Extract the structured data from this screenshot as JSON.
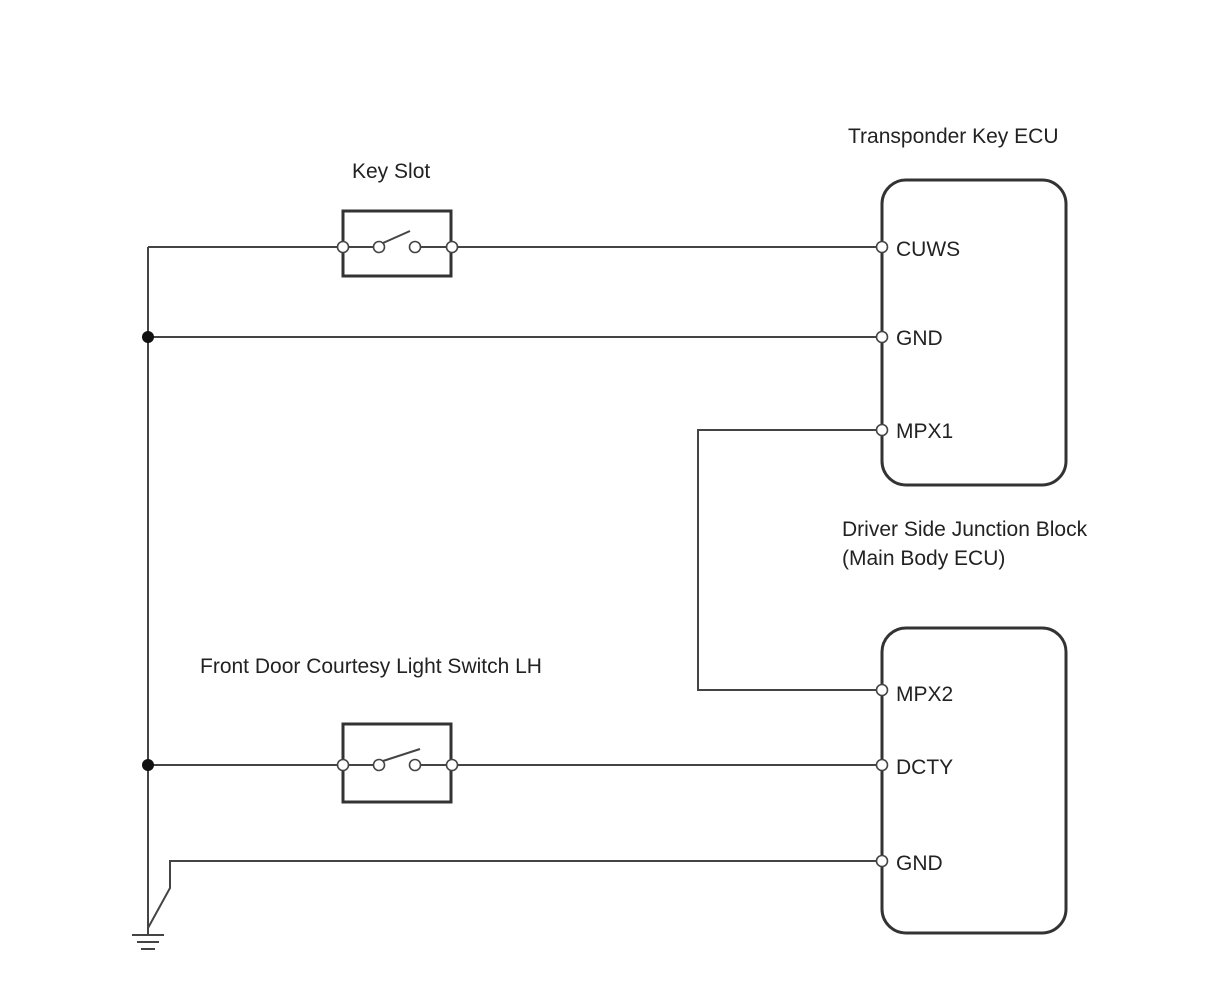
{
  "components": {
    "key_slot": {
      "label": "Key Slot"
    },
    "door_switch": {
      "label": "Front Door Courtesy Light Switch LH"
    },
    "transponder_ecu": {
      "label": "Transponder Key ECU",
      "pins": [
        "CUWS",
        "GND",
        "MPX1"
      ]
    },
    "junction_block": {
      "label_line1": "Driver Side Junction Block",
      "label_line2": "(Main Body ECU)",
      "pins": [
        "MPX2",
        "DCTY",
        "GND"
      ]
    }
  },
  "colors": {
    "line": "#444444",
    "box": "#333333",
    "text": "#222222"
  }
}
